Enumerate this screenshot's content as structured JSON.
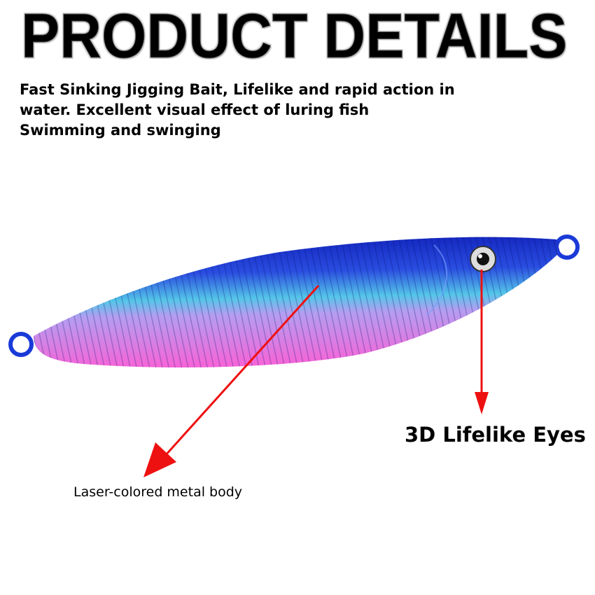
{
  "title": "PRODUCT DETAILS",
  "description": [
    "Fast Sinking Jigging Bait, Lifelike and rapid action in",
    "water. Excellent visual effect of luring fish",
    "Swimming and swinging"
  ],
  "callouts": {
    "eyes": "3D Lifelike Eyes",
    "body": "Laser-colored metal body"
  },
  "colors": {
    "lure_top": "#1a2fd6",
    "lure_mid": "#4fb8e8",
    "lure_bottom": "#f06ad8",
    "arrow": "#ee1111"
  }
}
